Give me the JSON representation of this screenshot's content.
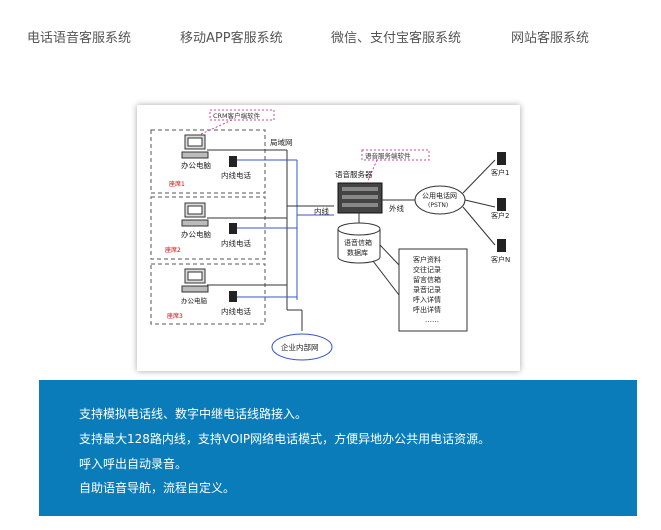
{
  "tabs": [
    {
      "label": "电话语音客服系统"
    },
    {
      "label": "移动APP客服系统"
    },
    {
      "label": "微信、支付宝客服系统"
    },
    {
      "label": "网站客服系统"
    }
  ],
  "diagram": {
    "crm_software": "CRM客户端软件",
    "lan": "局域网",
    "office_pc": "办公电脑",
    "inner_phone": "内线电话",
    "seat1": "座席1",
    "seat2": "座席2",
    "seat3": "座席3",
    "inner_line": "内线",
    "outer_line": "外线",
    "voice_server": "语音服务器",
    "voice_server_software": "语音服务端软件",
    "pstn": "公用电话网",
    "pstn_sub": "(PSTN)",
    "customer1": "客户1",
    "customer2": "客户2",
    "customerN": "客户N",
    "database_line1": "语音信箱",
    "database_line2": "数据库",
    "records": [
      "客户资料",
      "交往记录",
      "留言信箱",
      "录音记录",
      "呼入详情",
      "呼出详情",
      "……"
    ],
    "enterprise_net": "企业内部网"
  },
  "features": [
    "支持模拟电话线、数字中继电话线路接入。",
    "支持最大128路内线，支持VOIP网络电话模式，方便异地办公共用电话资源。",
    "呼入呼出自动录音。",
    "自助语音导航，流程自定义。"
  ],
  "colors": {
    "panel_bg": "#0a7cba",
    "tab_text": "#555555",
    "crm_label": "#cc44aa",
    "seat_label": "#cc0000"
  }
}
